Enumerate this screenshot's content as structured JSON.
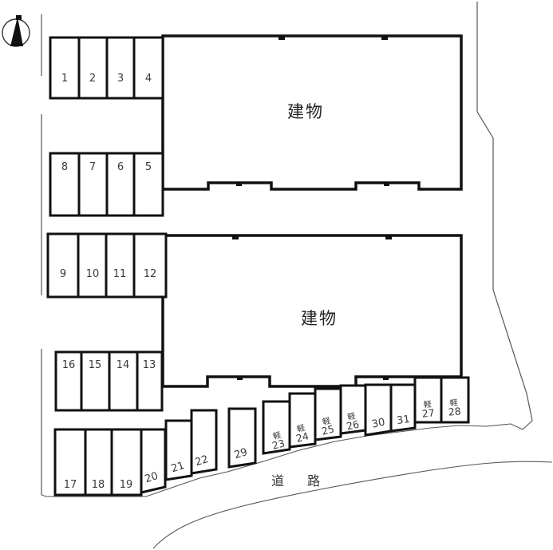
{
  "diagram_title": "parking-site-plan",
  "compass": {
    "name": "north-arrow"
  },
  "buildings": [
    {
      "label": "建物"
    },
    {
      "label": "建物"
    }
  ],
  "road": {
    "label": "道 路"
  },
  "colors": {
    "bold_line": "#111111",
    "thin_line": "#555555",
    "text": "#3a3a3a"
  },
  "spaces": [
    {
      "num": "1"
    },
    {
      "num": "2"
    },
    {
      "num": "3"
    },
    {
      "num": "4"
    },
    {
      "num": "5"
    },
    {
      "num": "6"
    },
    {
      "num": "7"
    },
    {
      "num": "8"
    },
    {
      "num": "9"
    },
    {
      "num": "10"
    },
    {
      "num": "11"
    },
    {
      "num": "12"
    },
    {
      "num": "13"
    },
    {
      "num": "14"
    },
    {
      "num": "15"
    },
    {
      "num": "16"
    },
    {
      "num": "17"
    },
    {
      "num": "18"
    },
    {
      "num": "19"
    },
    {
      "num": "20"
    },
    {
      "num": "21"
    },
    {
      "num": "22"
    },
    {
      "prefix": "軽",
      "num": "23"
    },
    {
      "prefix": "軽",
      "num": "24"
    },
    {
      "prefix": "軽",
      "num": "25"
    },
    {
      "prefix": "軽",
      "num": "26"
    },
    {
      "prefix": "軽",
      "num": "27"
    },
    {
      "prefix": "軽",
      "num": "28"
    },
    {
      "num": "29"
    },
    {
      "num": "30"
    },
    {
      "num": "31"
    }
  ]
}
